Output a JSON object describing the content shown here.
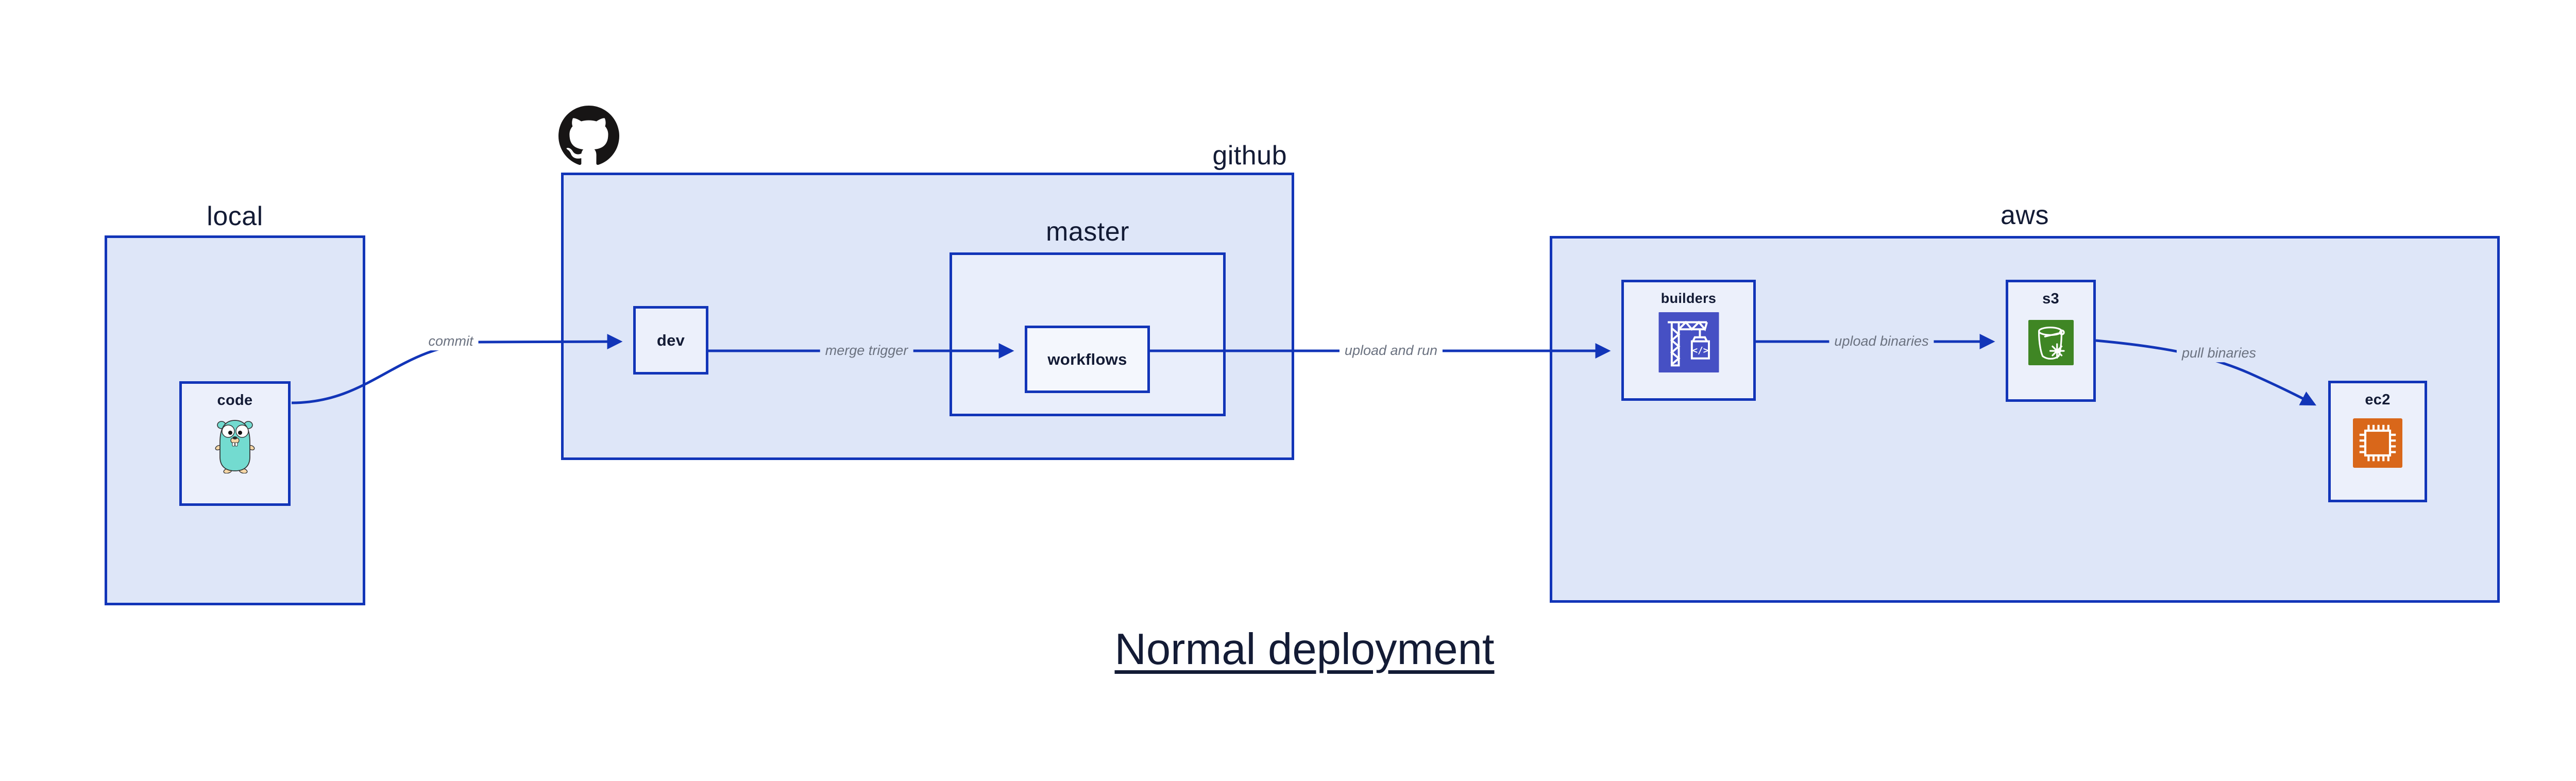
{
  "title": {
    "text": "Normal deployment"
  },
  "containers": {
    "local": {
      "label": "local"
    },
    "github": {
      "label": "github"
    },
    "master": {
      "label": "master"
    },
    "aws": {
      "label": "aws"
    }
  },
  "nodes": {
    "code": {
      "label": "code",
      "icon": "go-gopher-icon"
    },
    "dev": {
      "label": "dev"
    },
    "workflows": {
      "label": "workflows"
    },
    "builders": {
      "label": "builders",
      "icon": "aws-codebuild-icon"
    },
    "s3": {
      "label": "s3",
      "icon": "aws-s3-bucket-icon"
    },
    "ec2": {
      "label": "ec2",
      "icon": "aws-ec2-chip-icon"
    }
  },
  "edges": [
    {
      "label": "commit",
      "from": "code",
      "to": "dev"
    },
    {
      "label": "merge trigger",
      "from": "dev",
      "to": "workflows"
    },
    {
      "label": "upload and run",
      "from": "workflows",
      "to": "builders"
    },
    {
      "label": "upload binaries",
      "from": "builders",
      "to": "s3"
    },
    {
      "label": "pull binaries",
      "from": "s3",
      "to": "ec2"
    }
  ],
  "icons": {
    "github_logo": "github-octocat-logo",
    "codebuild_glyph": "</>"
  },
  "colors": {
    "border_blue": "#1235b8",
    "arrow_blue": "#1235b8",
    "container_fill": "#dee6f8",
    "node_fill": "#ecf0fb",
    "workflows_fill": "#f4f7fd",
    "text_navy": "#131b35",
    "edge_label_gray": "#6b7280",
    "codebuild_indigo": "#4650c4",
    "s3_green": "#3f8624",
    "ec2_orange": "#d9671a",
    "gopher_teal": "#73dbd0",
    "gopher_tan": "#f6d7a7",
    "github_black": "#171515"
  }
}
